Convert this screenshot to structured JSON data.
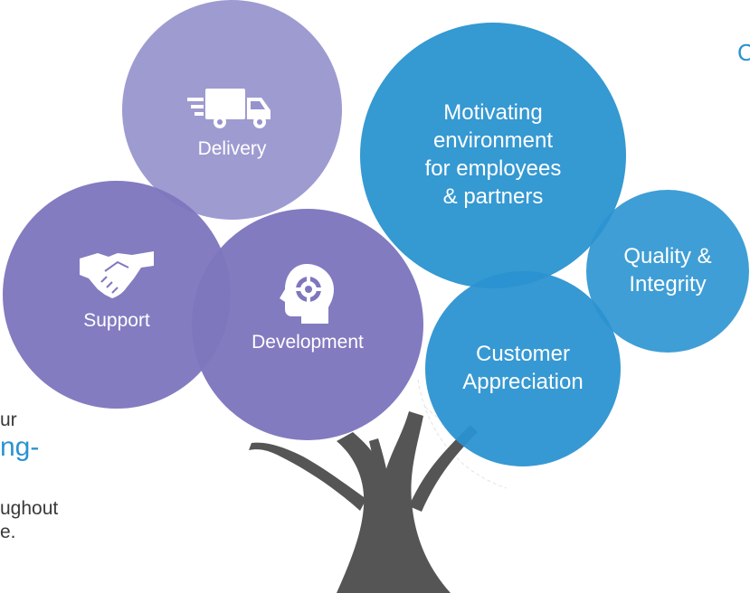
{
  "bubbles": {
    "delivery": {
      "label": "Delivery",
      "icon": "delivery-truck-icon"
    },
    "support": {
      "label": "Support",
      "icon": "handshake-icon"
    },
    "development": {
      "label": "Development",
      "icon": "head-gear-icon"
    },
    "motivating": {
      "lines": [
        "Motivating",
        "environment",
        "for employees",
        "& partners"
      ]
    },
    "quality": {
      "lines": [
        "Quality &",
        "Integrity"
      ]
    },
    "customer": {
      "lines": [
        "Customer",
        "Appreciation"
      ]
    }
  },
  "side_text": {
    "line1": "ur",
    "line2": "ng-",
    "line3": "ughout",
    "line4": "e.",
    "top_right_fragment": "C"
  },
  "colors": {
    "purple_light": "#9692cd",
    "purple": "#7e77be",
    "blue": "#2a93d0",
    "trunk": "#555555",
    "text_dark": "#3a3a3a"
  }
}
